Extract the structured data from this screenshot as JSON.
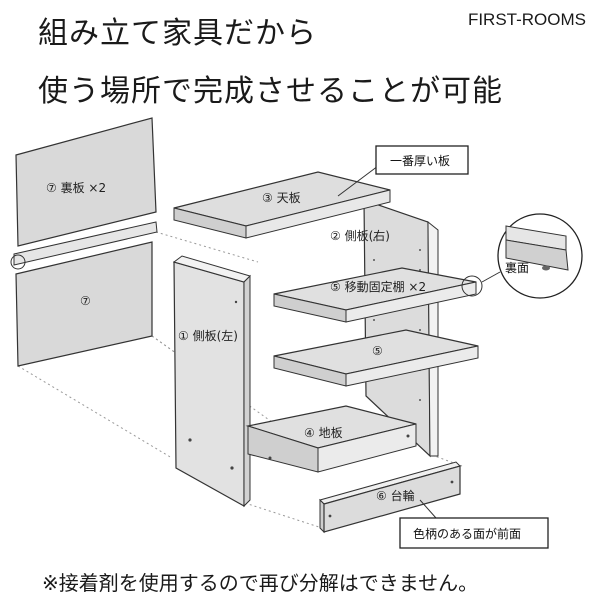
{
  "headline": {
    "line1": "組み立て家具だから",
    "line2": "使う場所で完成させることが可能"
  },
  "brand": "FIRST-ROOMS",
  "parts": {
    "back_board": "⑦ 裏板 ×2",
    "back_board_lower": "⑦",
    "top_board": "③ 天板",
    "side_right": "② 側板(右)",
    "movable_shelf": "⑤ 移動固定棚 ×2",
    "shelf_5": "⑤",
    "side_left": "① 側板(左)",
    "bottom_board": "④ 地板",
    "base": "⑥ 台輪"
  },
  "callouts": {
    "thickest": "一番厚い板",
    "back_side": "裏面",
    "front_face": "色柄のある面が前面"
  },
  "footnote": "※接着剤を使用するので再び分解はできません。"
}
